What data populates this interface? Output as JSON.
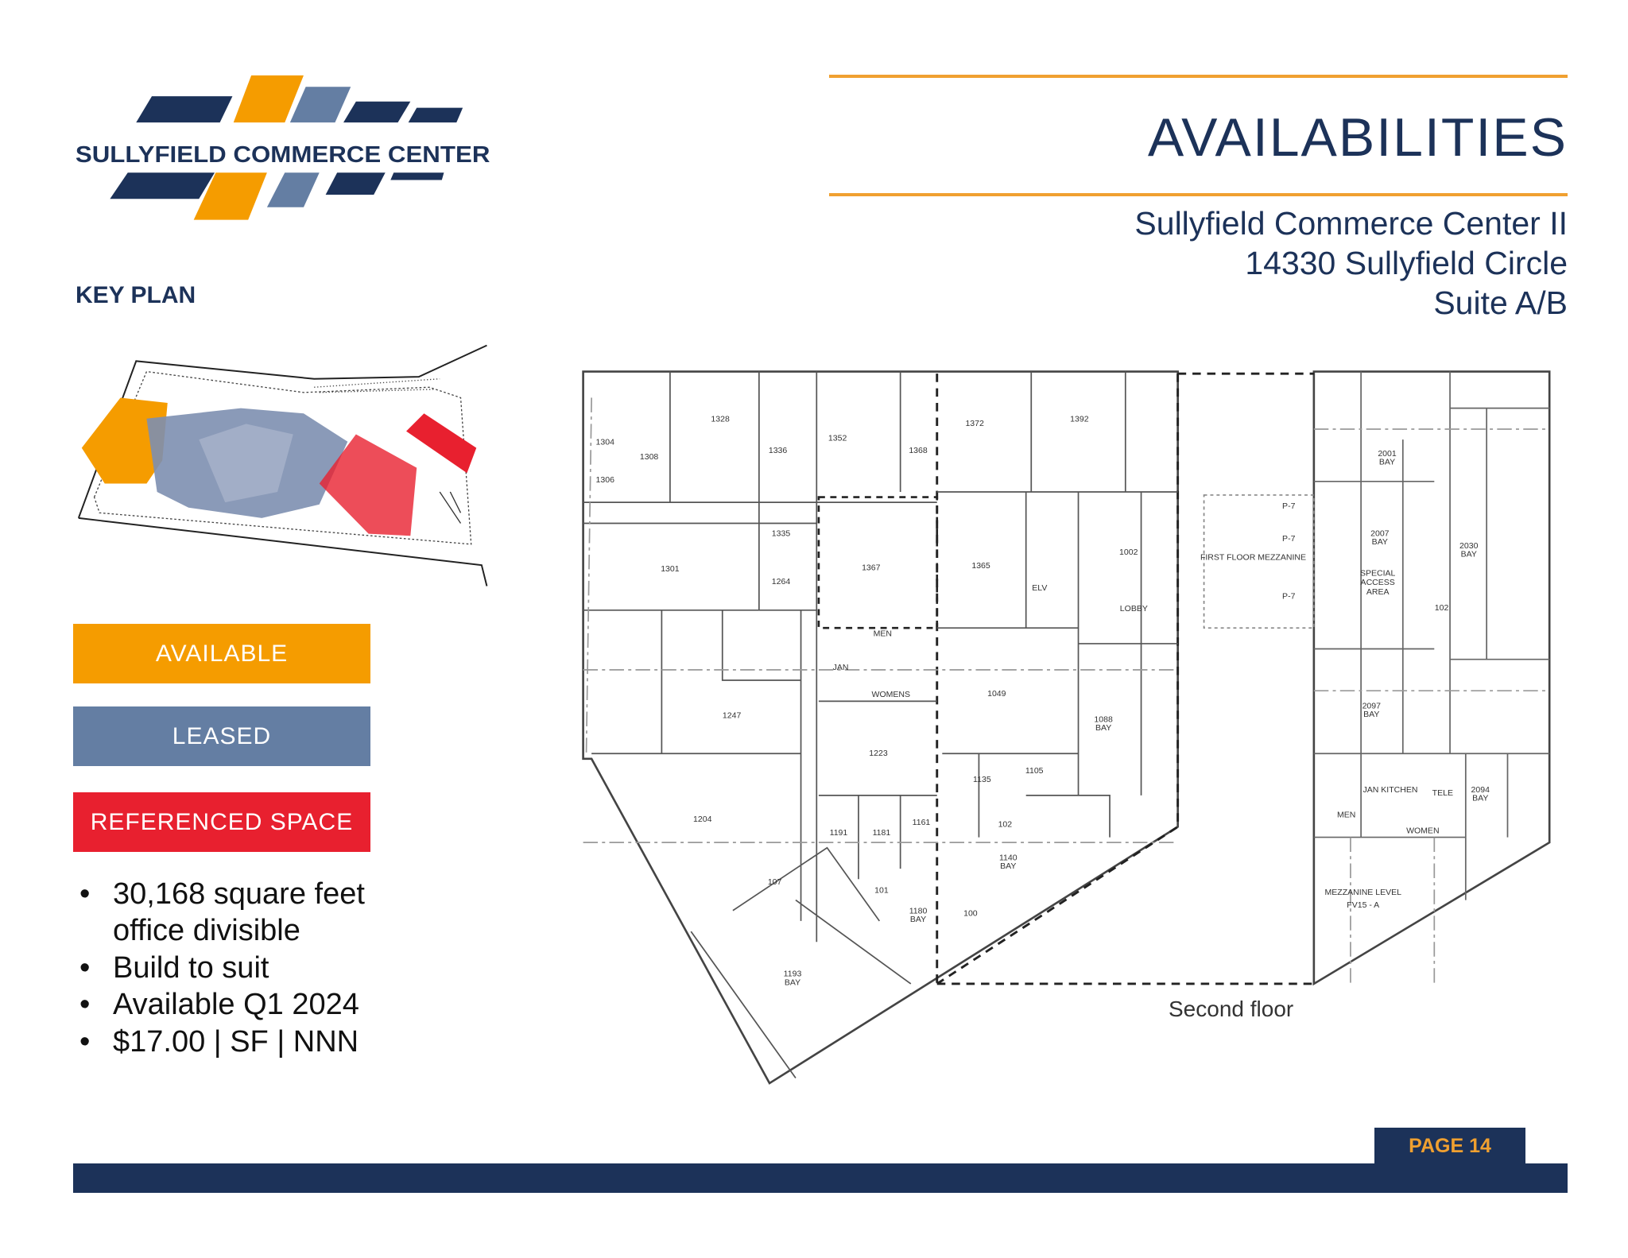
{
  "logo": {
    "text": "SULLYFIELD COMMERCE CENTER"
  },
  "header": {
    "title": "AVAILABILITIES",
    "property": "Sullyfield Commerce Center II",
    "address": "14330 Sullyfield Circle",
    "suite": "Suite A/B"
  },
  "key_plan": {
    "label": "KEY PLAN"
  },
  "legend": [
    {
      "label": "AVAILABLE",
      "color": "#f59c00"
    },
    {
      "label": "LEASED",
      "color": "#647ea3"
    },
    {
      "label": "REFERENCED SPACE",
      "color": "#e8202f"
    }
  ],
  "bullets": [
    "30,168 square feet",
    "office divisible",
    "Build to suit",
    "Available Q1 2024",
    "$17.00 | SF | NNN"
  ],
  "floor_plan": {
    "caption": "Second floor",
    "rooms": [
      "1304",
      "1308",
      "1306",
      "1328",
      "1336",
      "1352",
      "1368",
      "1372",
      "1392",
      "1301",
      "1335",
      "1264",
      "1367",
      "1365",
      "1002",
      "LOBBY",
      "1247",
      "1049",
      "1088",
      "BAY",
      "1223",
      "1135",
      "1105",
      "1204",
      "1191",
      "1181",
      "1161",
      "1140",
      "BAY",
      "1180",
      "BAY",
      "1193",
      "BAY",
      "MEN",
      "WOMENS",
      "JAN",
      "ELV",
      "FIRST FLOOR MEZZANINE",
      "P-7",
      "P-7",
      "P-7",
      "2001",
      "BAY",
      "2007",
      "BAY",
      "SPECIAL",
      "ACCESS",
      "AREA",
      "2030",
      "BAY",
      "102",
      "2097",
      "BAY",
      "2094",
      "BAY",
      "JAN KITCHEN",
      "MEN",
      "WOMEN",
      "TELE",
      "MEZZANINE LEVEL",
      "FV15 - A",
      "107",
      "101",
      "100",
      "102"
    ]
  },
  "footer": {
    "page": "PAGE 14"
  },
  "colors": {
    "navy": "#1c3259",
    "orange": "#f59c00",
    "leased": "#647ea3",
    "referenced": "#e8202f"
  }
}
